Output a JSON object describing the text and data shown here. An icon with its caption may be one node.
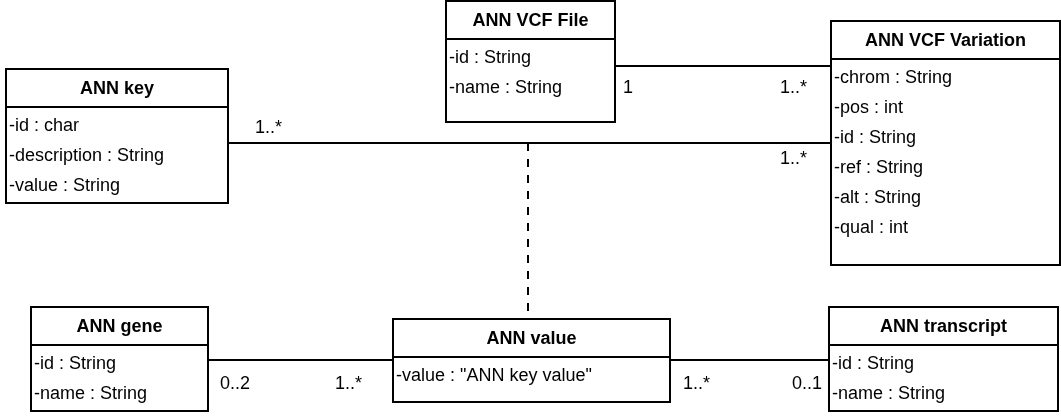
{
  "diagram": {
    "nodes": [
      {
        "text": [
          "ANN VCF File",
          "-id : String",
          "-name : String"
        ]
      },
      {
        "text": [
          "ANN VCF Variation",
          "-chrom : String",
          "-pos : int",
          "-id : String",
          "-ref : String",
          "-alt : String",
          "-qual : int"
        ]
      },
      {
        "text": [
          "ANN key",
          "-id : char",
          "-description : String",
          "-value : String"
        ]
      },
      {
        "text": [
          "ANN gene",
          "-id : String",
          "-name : String"
        ]
      },
      {
        "text": [
          "ANN value",
          "-value : \"ANN key value\""
        ]
      },
      {
        "text": [
          "ANN transcript",
          "-id : String",
          "-name : String"
        ]
      }
    ],
    "edges": [
      {
        "from": 0,
        "to": 1,
        "arrow": "none"
      },
      {
        "from": 2,
        "to": 1,
        "arrow": "none"
      },
      {
        "from": null,
        "to": 4,
        "arrow": "none",
        "style": "dashed"
      },
      {
        "from": 3,
        "to": 4,
        "arrow": "none"
      },
      {
        "from": 4,
        "to": 5,
        "arrow": "none"
      }
    ],
    "labels": [
      "1",
      "1..*",
      "1..*",
      "1..*",
      "0..2",
      "1..*",
      "1..*",
      "0..1"
    ]
  }
}
